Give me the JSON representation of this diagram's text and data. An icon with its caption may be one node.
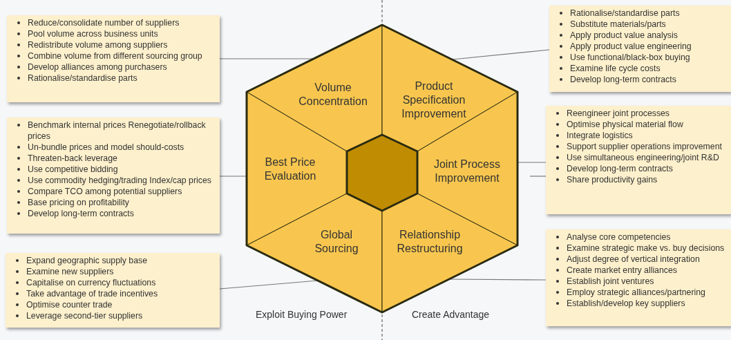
{
  "diagram": {
    "nodes": [
      {
        "text": [
          "Reduce/consolidate number of suppliers",
          "Pool volume across business units",
          "Redistribute volume among suppliers",
          "Combine volume from different sourcing group",
          "Develop alliances among purchasers",
          "Rationalise/standardise parts"
        ]
      },
      {
        "text": [
          "Rationalise/standardise parts",
          "Substitute materials/parts",
          "Apply product value analysis",
          "Apply product value engineering",
          "Use functional/black-box buying",
          "Examine life cycle costs",
          "Develop long-term contracts"
        ]
      },
      {
        "text": [
          "Volume Concentration"
        ]
      },
      {
        "text": [
          "Product Specification Improvement"
        ]
      },
      {
        "text": [
          "Benchmark internal prices Renegotiate/rollback prices",
          "Un-bundle prices and model should-costs",
          "Threaten-back leverage",
          "Use competitive bidding",
          "Use commodity hedging/trading Index/cap prices",
          "Compare TCO among potential suppliers",
          "Base pricing on profitability",
          "Develop long-term contracts"
        ]
      },
      {
        "text": [
          "Reengineer joint processes",
          "Optimise physical material flow",
          "Integrate logistics",
          "Support supplier operations improvement",
          "Use simultaneous engineering/joint R&D",
          "Develop long-term contracts",
          "Share productivity gains"
        ]
      },
      {
        "text": [
          "Best Price Evaluation"
        ]
      },
      {
        "text": [],
        "shape": "hexagon"
      },
      {
        "text": [
          "Joint Process Improvement"
        ]
      },
      {
        "text": [
          "Global Sourcing"
        ]
      },
      {
        "text": [
          "Relationship Restructuring"
        ]
      },
      {
        "text": [
          "Expand geographic supply base",
          "Examine new suppliers",
          "Capitalise on currency fluctuations",
          "Take advantage of trade incentives",
          "Optimise counter trade",
          "Leverage second-tier suppliers"
        ]
      },
      {
        "text": [
          "Analyse core competencies",
          "Examine strategic make vs. buy decisions",
          "Adjust degree of vertical integration",
          "Create market entry alliances",
          "Establish joint ventures",
          "Employ strategic alliances/partnering",
          "Establish/develop key suppliers"
        ]
      }
    ],
    "edges": [
      {
        "from": 0,
        "to": 2,
        "arrow": "none"
      },
      {
        "from": 1,
        "to": 3,
        "arrow": "none"
      },
      {
        "from": 4,
        "to": 6,
        "arrow": "none"
      },
      {
        "from": 5,
        "to": 8,
        "arrow": "none"
      },
      {
        "from": 5,
        "to": null,
        "arrow": "none"
      },
      {
        "from": 11,
        "to": 9,
        "arrow": "none"
      },
      {
        "from": 12,
        "to": 10,
        "arrow": "none"
      }
    ],
    "labels": [
      "Exploit Buying Power",
      "Create Advantage"
    ]
  }
}
